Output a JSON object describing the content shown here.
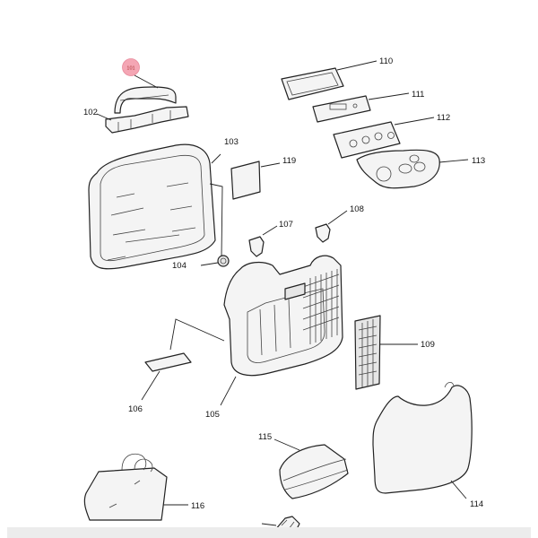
{
  "highlight": {
    "label": "101",
    "color": "#f4a6b4"
  },
  "labels": {
    "p102": "102",
    "p103": "103",
    "p104": "104",
    "p105": "105",
    "p106": "106",
    "p107": "107",
    "p108": "108",
    "p109": "109",
    "p110": "110",
    "p111": "111",
    "p112": "112",
    "p113": "113",
    "p114": "114",
    "p115": "115",
    "p116": "116",
    "p119": "119"
  }
}
